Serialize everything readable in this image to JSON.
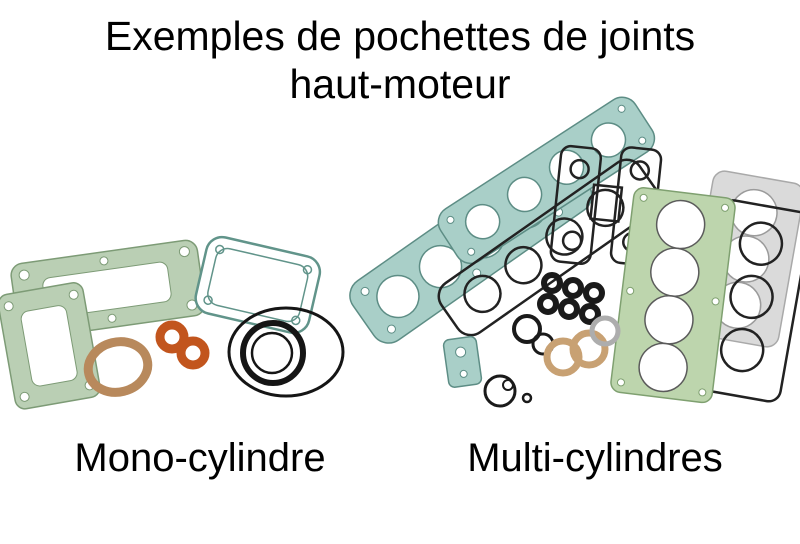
{
  "title": {
    "line1": "Exemples de pochettes de joints",
    "line2": "haut-moteur"
  },
  "captions": {
    "left": "Mono-cylindre",
    "right": "Multi-cylindres"
  },
  "colors": {
    "background": "#ffffff",
    "text": "#000000",
    "gasket_pale_green": "#bacfb4",
    "gasket_teal": "#a9cfc8",
    "gasket_teal_edge": "#5d8d85",
    "gasket_green_edge": "#7d9b76",
    "gasket_copper": "#b8895c",
    "gasket_orange": "#c2551d",
    "gasket_tan": "#c8a173",
    "gasket_black": "#1a1a1a",
    "gasket_gray": "#dadada"
  }
}
